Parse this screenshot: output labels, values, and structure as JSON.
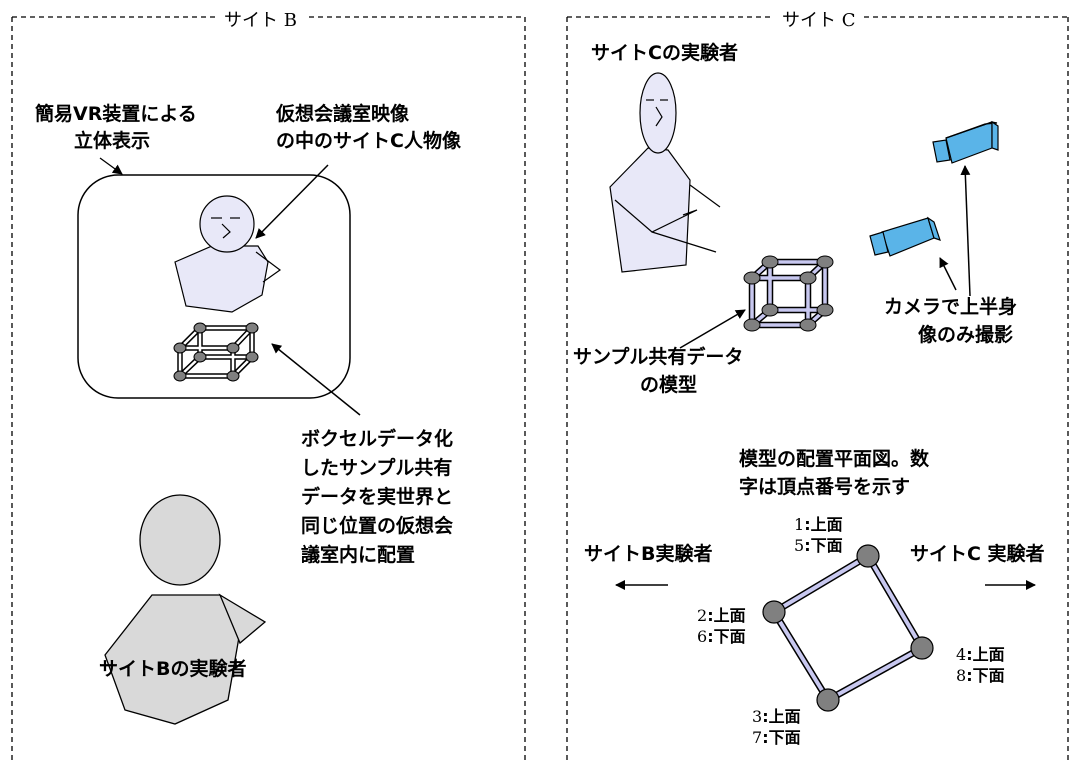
{
  "sections": {
    "site_b_title": "サイト B",
    "site_c_title": "サイト C"
  },
  "site_b": {
    "vr_label_line1": "簡易VR装置による",
    "vr_label_line2": "立体表示",
    "virtual_label_line1": "仮想会議室映像",
    "virtual_label_line2": "の中のサイトC人物像",
    "voxel_label_lines": [
      "ボクセルデータ化",
      "したサンプル共有",
      "データを実世界と",
      "同じ位置の仮想会",
      "議室内に配置"
    ],
    "experimenter_label": "サイトBの実験者"
  },
  "site_c": {
    "experimenter_label": "サイトCの実験者",
    "model_label_line1": "サンプル共有データ",
    "model_label_line2": "の模型",
    "camera_label_line1": "カメラで上半身",
    "camera_label_line2": "像のみ撮影",
    "plan_title_line1": "模型の配置平面図。数",
    "plan_title_line2": "字は頂点番号を示す",
    "left_direction": "サイトB実験者",
    "right_direction": "サイトC 実験者",
    "vertices": [
      {
        "top_num": "1",
        "top": ":上面",
        "bottom_num": "5",
        "bottom": ":下面"
      },
      {
        "top_num": "2",
        "top": ":上面",
        "bottom_num": "6",
        "bottom": ":下面"
      },
      {
        "top_num": "3",
        "top": ":上面",
        "bottom_num": "7",
        "bottom": ":下面"
      },
      {
        "top_num": "4",
        "top": ":上面",
        "bottom_num": "8",
        "bottom": ":下面"
      }
    ]
  },
  "colors": {
    "figure_fill": "#e8e8f8",
    "person_b_fill": "#d9d9d9",
    "edge_fill": "#c8c8f0",
    "node_fill": "#808080",
    "camera_fill": "#5ab4e8"
  }
}
